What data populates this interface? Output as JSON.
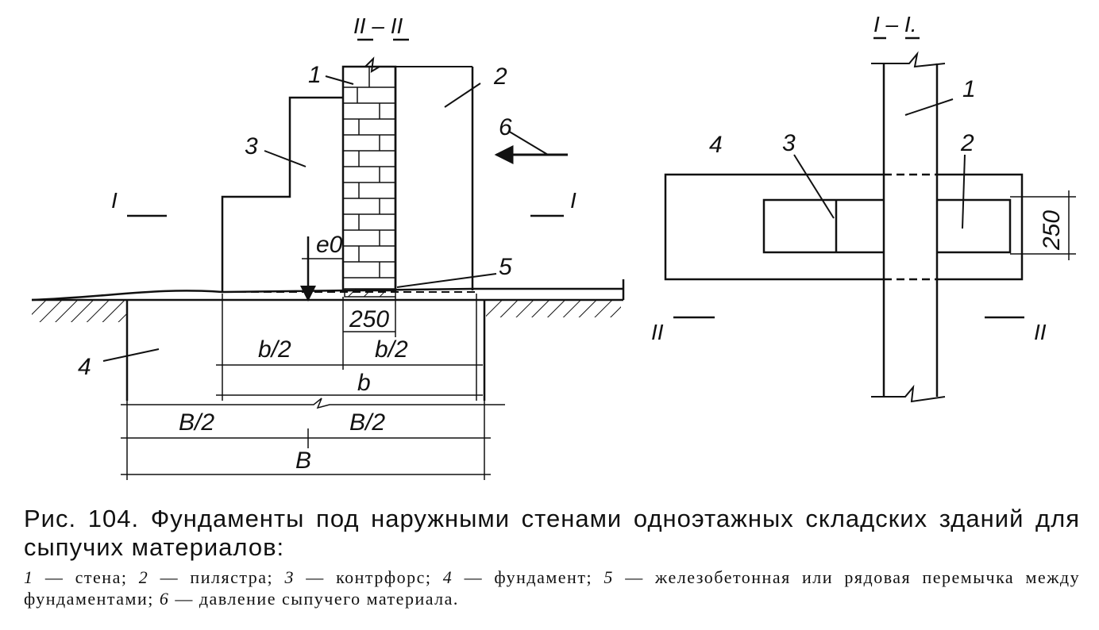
{
  "section_labels": {
    "left_view": "II – II",
    "right_view": "I – I.",
    "cut_I_left": "I",
    "cut_I_right": "I",
    "cut_II_left": "II",
    "cut_II_right": "II"
  },
  "callouts": {
    "left": {
      "n1": "1",
      "n2": "2",
      "n3": "3",
      "n4": "4",
      "n5": "5",
      "n6": "6"
    },
    "right": {
      "n1": "1",
      "n2": "2",
      "n3": "3",
      "n4": "4"
    }
  },
  "dimensions": {
    "e0": "e0",
    "d250_left": "250",
    "half_b_left": "b/2",
    "half_b_right": "b/2",
    "b": "b",
    "half_B_left": "B/2",
    "half_B_right": "B/2",
    "B": "B",
    "d250_right": "250"
  },
  "caption": {
    "title": "Рис. 104. Фундаменты под наружными стенами одноэтажных складских зданий для сыпучих материалов:",
    "legend": [
      {
        "num": "1",
        "text": "— стена;"
      },
      {
        "num": "2",
        "text": "— пилястра;"
      },
      {
        "num": "3",
        "text": "— контрфорс;"
      },
      {
        "num": "4",
        "text": "— фундамент;"
      },
      {
        "num": "5",
        "text": "— железобетонная или рядовая перемычка между фундаментами;"
      },
      {
        "num": "6",
        "text": "— давление сыпучего материала."
      }
    ]
  }
}
